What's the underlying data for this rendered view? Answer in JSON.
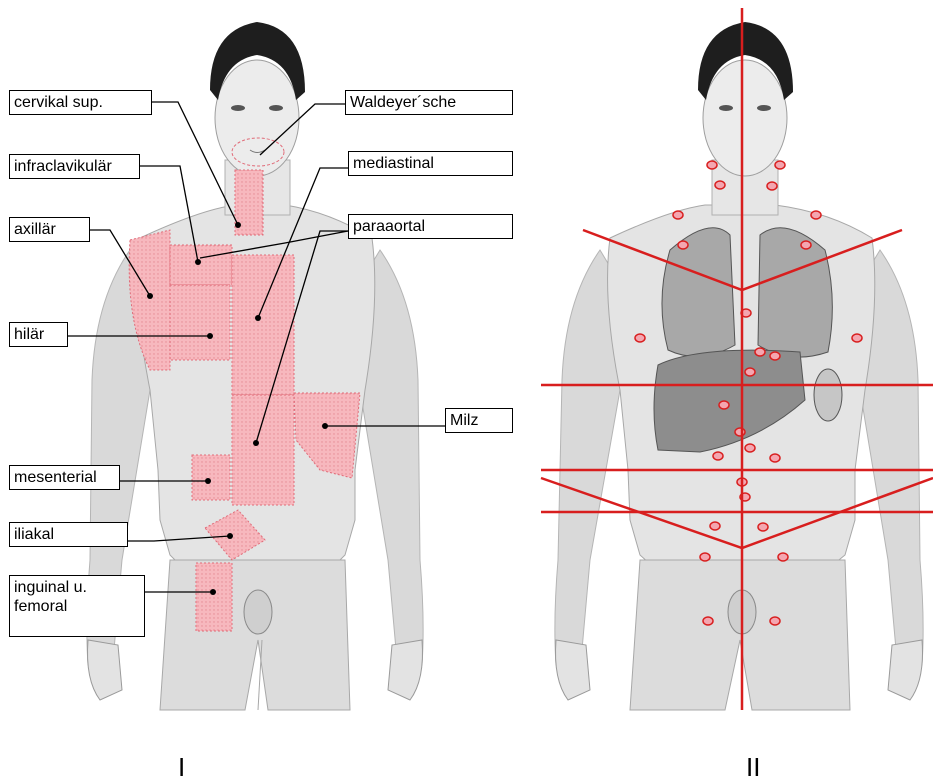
{
  "figure_i": {
    "roman": "I",
    "labels": {
      "cervikal": "cervikal sup.",
      "infraclavicular": "infraclavikulär",
      "axillar": "axillär",
      "hilar": "hilär",
      "mesenterial": "mesenterial",
      "iliakal": "iliakal",
      "inguinal": "inguinal u. femoral",
      "waldeyer": "Waldeyer´sche",
      "mediastinal": "mediastinal",
      "paraaortal": "paraaortal",
      "milz": "Milz"
    }
  },
  "figure_ii": {
    "roman": "II"
  },
  "colors": {
    "region_pink": "#f7b8be",
    "line_red": "#d81e1e",
    "body_gray": "#d6d6d6",
    "organ_gray": "#9a9a9a"
  }
}
